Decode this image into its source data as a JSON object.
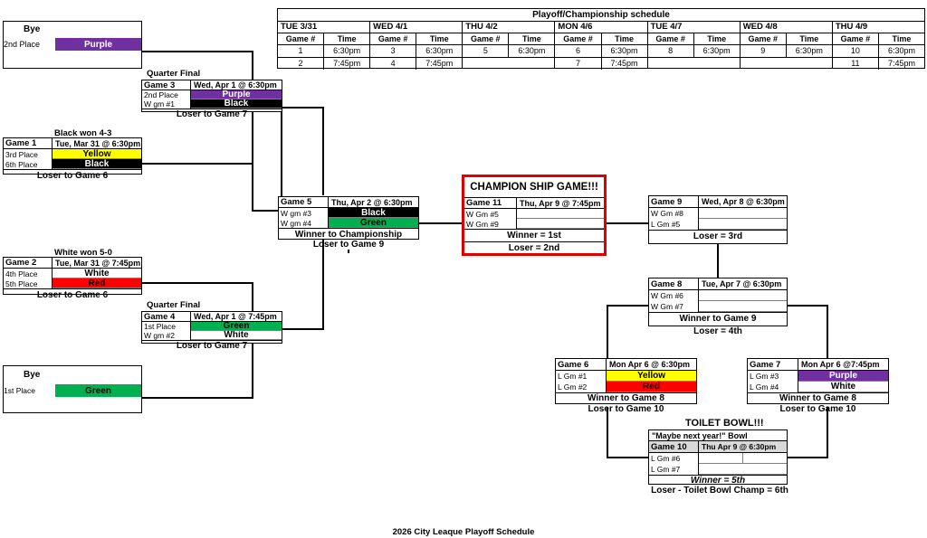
{
  "page_title": "2026 City Leaque  Playoff Schedule",
  "colors": {
    "purple": "#7030A0",
    "black": "#000000",
    "yellow": "#FFFF00",
    "red": "#FF0000",
    "green": "#00B050",
    "white": "#FFFFFF",
    "champ_border": "#E00000",
    "gray_header": "#D9D9D9"
  },
  "schedule": {
    "title": "Playoff/Championship schedule",
    "col_headers": [
      "Game #",
      "Time"
    ],
    "days": [
      {
        "name": "TUE 3/31",
        "rows": [
          [
            "1",
            "6:30pm"
          ],
          [
            "2",
            "7:45pm"
          ]
        ]
      },
      {
        "name": "WED 4/1",
        "rows": [
          [
            "3",
            "6:30pm"
          ],
          [
            "4",
            "7:45pm"
          ]
        ]
      },
      {
        "name": "THU 4/2",
        "rows": [
          [
            "5",
            "6:30pm"
          ],
          [
            "",
            ""
          ]
        ]
      },
      {
        "name": "MON 4/6",
        "rows": [
          [
            "6",
            "6:30pm"
          ],
          [
            "7",
            "7:45pm"
          ]
        ]
      },
      {
        "name": "TUE 4/7",
        "rows": [
          [
            "8",
            "6:30pm"
          ],
          [
            "",
            ""
          ]
        ]
      },
      {
        "name": "WED 4/8",
        "rows": [
          [
            "9",
            "6:30pm"
          ],
          [
            "",
            ""
          ]
        ]
      },
      {
        "name": "THU 4/9",
        "rows": [
          [
            "10",
            "6:30pm"
          ],
          [
            "11",
            "7:45pm"
          ]
        ]
      }
    ]
  },
  "bye_top": {
    "label": "Bye",
    "seed": "2nd Place",
    "team": "Purple",
    "team_color": "#7030A0"
  },
  "bye_bottom": {
    "label": "Bye",
    "seed": "1st Place",
    "team": "Green",
    "team_color": "#00B050"
  },
  "game1": {
    "caption": "Black won 4-3",
    "name": "Game 1",
    "datetime": "Tue, Mar 31 @ 6:30pm",
    "seed_top": "3rd Place",
    "team_top": "Yellow",
    "color_top": "#FFFF00",
    "text_top": "#000000",
    "seed_bot": "6th Place",
    "team_bot": "Black",
    "color_bot": "#000000",
    "text_bot": "#FFFFFF",
    "footer": "Loser to Game 6"
  },
  "game2": {
    "caption": "White won 5-0",
    "name": "Game 2",
    "datetime": "Tue, Mar 31 @ 7:45pm",
    "seed_top": "4th Place",
    "team_top": "White",
    "color_top": "#FFFFFF",
    "text_top": "#000000",
    "seed_bot": "5th Place",
    "team_bot": "Red",
    "color_bot": "#FF0000",
    "text_bot": "#000000",
    "footer": "Loser to Game 6"
  },
  "game3": {
    "caption": "Quarter Final",
    "name": "Game 3",
    "datetime": "Wed, Apr 1 @ 6:30pm",
    "seed_top": "2nd Place",
    "team_top": "Purple",
    "color_top": "#7030A0",
    "text_top": "#FFFFFF",
    "seed_bot": "W gm #1",
    "team_bot": "Black",
    "color_bot": "#000000",
    "text_bot": "#FFFFFF",
    "footer": "Loser to Game 7"
  },
  "game4": {
    "caption": "Quarter Final",
    "name": "Game 4",
    "datetime": "Wed, Apr 1 @ 7:45pm",
    "seed_top": "1st Place",
    "team_top": "Green",
    "color_top": "#00B050",
    "text_top": "#000000",
    "seed_bot": "W gm #2",
    "team_bot": "White",
    "color_bot": "#FFFFFF",
    "text_bot": "#000000",
    "footer": "Loser to Game 7"
  },
  "game5": {
    "name": "Game 5",
    "datetime": "Thu, Apr 2 @ 6:30pm",
    "seed_top": "W gm #3",
    "team_top": "Black",
    "color_top": "#000000",
    "text_top": "#FFFFFF",
    "seed_bot": "W gm #4",
    "team_bot": "Green",
    "color_bot": "#00B050",
    "text_bot": "#000000",
    "footer": "Winner to Championship",
    "below": "Loser to Game 9"
  },
  "game6": {
    "name": "Game 6",
    "datetime": "Mon Apr 6 @ 6:30pm",
    "seed_top": "L Gm #1",
    "team_top": "Yellow",
    "color_top": "#FFFF00",
    "text_top": "#000000",
    "seed_bot": "L Gm #2",
    "team_bot": "Red",
    "color_bot": "#FF0000",
    "text_bot": "#000000",
    "footer": "Winner to Game 8",
    "below": "Loser to Game 10"
  },
  "game7": {
    "name": "Game 7",
    "datetime": "Mon Apr 6 @7:45pm",
    "seed_top": "L Gm #3",
    "team_top": "Purple",
    "color_top": "#7030A0",
    "text_top": "#FFFFFF",
    "seed_bot": "L Gm #4",
    "team_bot": "White",
    "color_bot": "#FFFFFF",
    "text_bot": "#000000",
    "footer": "Winner to Game 8",
    "below": "Loser to Game 10"
  },
  "game8": {
    "name": "Game 8",
    "datetime": "Tue, Apr 7 @ 6:30pm",
    "seed_top": "W Gm #6",
    "team_top": "",
    "seed_bot": "W Gm #7",
    "team_bot": "",
    "footer": "Winner to Game 9",
    "below": "Loser = 4th"
  },
  "game9": {
    "name": "Game 9",
    "datetime": "Wed, Apr 8 @ 6:30pm",
    "seed_top": "W Gm #8",
    "team_top": "",
    "seed_bot": "L Gm #5",
    "team_bot": "",
    "footer": "Loser = 3rd"
  },
  "game11": {
    "title": "CHAMPION SHIP GAME!!!",
    "name": "Game 11",
    "datetime": "Thu, Apr 9 @ 7:45pm",
    "seed_top": "W Gm #5",
    "team_top": "",
    "seed_bot": "W Gm #9",
    "team_bot": "",
    "footer1": "Winner = 1st",
    "footer2": "Loser = 2nd"
  },
  "toilet_bowl": {
    "title": "TOILET BOWL!!!",
    "subtitle": "\"Maybe next year!\" Bowl",
    "name": "Game 10",
    "datetime": "Thu Apr 9 @ 6:30pm",
    "seed_top": "L Gm #6",
    "seed_bot": "L Gm #7",
    "footer": "Winner = 5th",
    "below": "Loser - Toilet Bowl Champ = 6th"
  }
}
